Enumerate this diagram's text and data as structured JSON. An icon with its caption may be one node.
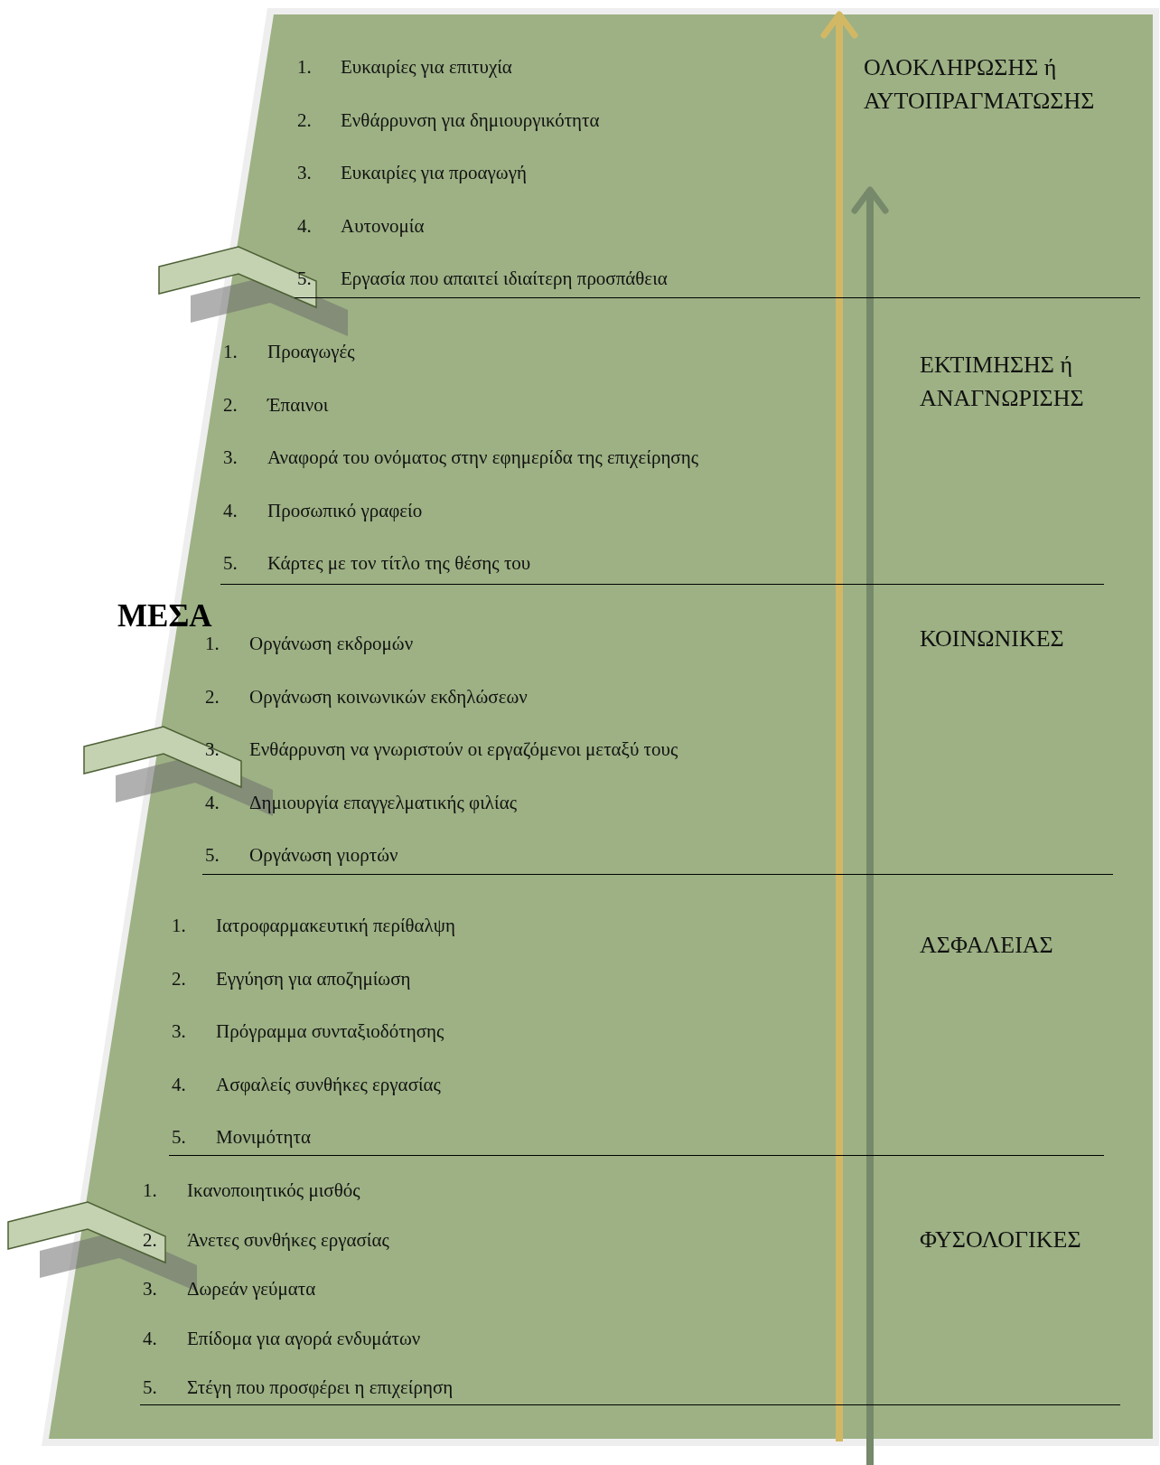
{
  "diagram": {
    "title": "ΜΕΣΑ",
    "nodes": [
      {
        "text": [
          "ΟΛΟΚΛΗΡΩΣΗΣ  ή ΑΥΤΟΠΡΑΓΜΑΤΩΣΗΣ",
          "1. Ευκαιρίες για επιτυχία",
          "2. Ενθάρρυνση για δημιουργικότητα",
          "3. Ευκαιρίες για προαγωγή",
          "4. Αυτονομία",
          "5. Εργασία που απαιτεί ιδιαίτερη προσπάθεια"
        ]
      },
      {
        "text": [
          "ΕΚΤΙΜΗΣΗΣ ή ΑΝΑΓΝΩΡΙΣΗΣ",
          "1. Προαγωγές",
          "2. Έπαινοι",
          "3. Αναφορά του ονόματος στην εφημερίδα της επιχείρησης",
          "4. Προσωπικό γραφείο",
          "5. Κάρτες με τον τίτλο της θέσης του"
        ]
      },
      {
        "text": [
          "ΚΟΙΝΩΝΙΚΕΣ",
          "1. Οργάνωση εκδρομών",
          "2. Οργάνωση κοινωνικών εκδηλώσεων",
          "3. Ενθάρρυνση να γνωριστούν οι εργαζόμενοι μεταξύ τους",
          "4. Δημιουργία επαγγελματικής φιλίας",
          "5. Οργάνωση γιορτών"
        ]
      },
      {
        "text": [
          "ΑΣΦΑΛΕΙΑΣ",
          "1. Ιατροφαρμακευτική περίθαλψη",
          "2. Εγγύηση για αποζημίωση",
          "3. Πρόγραμμα συνταξιοδότησης",
          "4. Ασφαλείς συνθήκες εργασίας",
          "5. Μονιμότητα"
        ]
      },
      {
        "text": [
          "ΦΥΣΟΛΟΓΙΚΕΣ",
          "1. Ικανοποιητικός μισθός",
          "2. Άνετες συνθήκες εργασίας",
          "3. Δωρεάν γεύματα",
          "4. Επίδομα για αγορά ενδυμάτων",
          "5. Στέγη που προσφέρει η επιχείρηση"
        ]
      }
    ]
  }
}
